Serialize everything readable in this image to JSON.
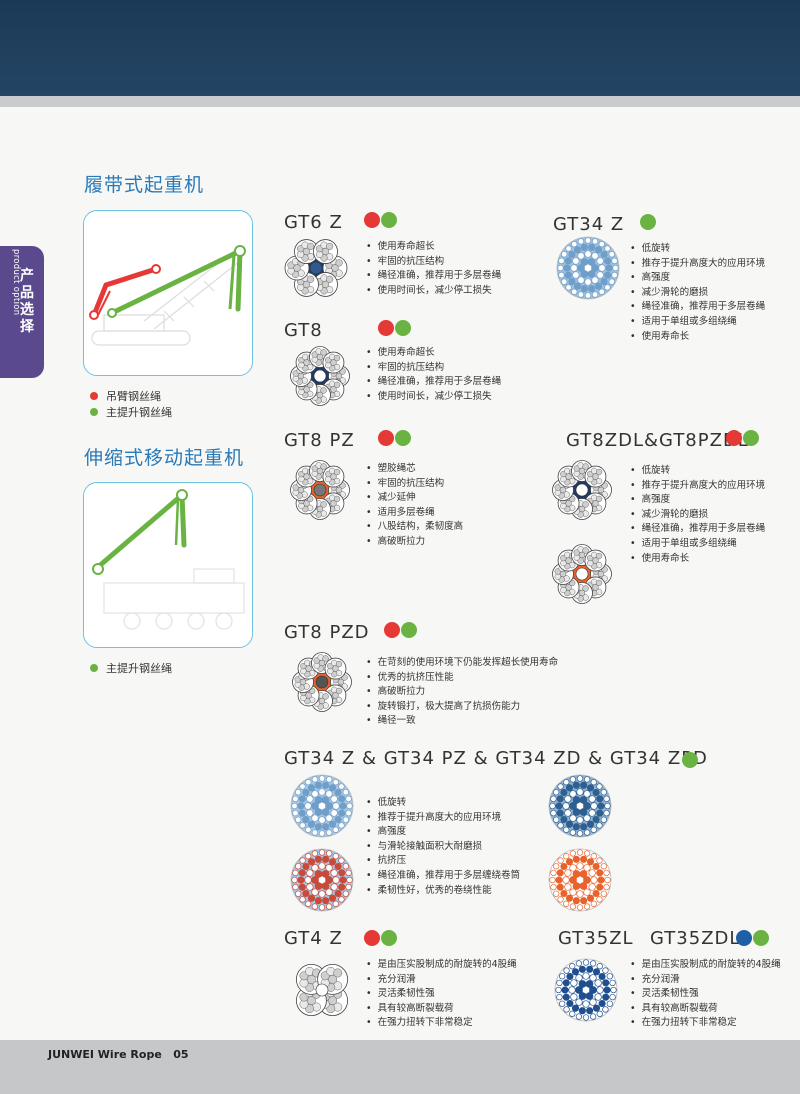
{
  "side_tab": {
    "cn": "产品选择",
    "en": "product option"
  },
  "sections": [
    {
      "title": "履带式起重机",
      "legend": [
        {
          "color": "#e53935",
          "label": "吊臂钢丝绳"
        },
        {
          "color": "#6ab343",
          "label": "主提升钢丝绳"
        }
      ]
    },
    {
      "title": "伸缩式移动起重机",
      "legend": [
        {
          "color": "#6ab343",
          "label": "主提升钢丝绳"
        }
      ]
    }
  ],
  "colors": {
    "red": "#e53935",
    "green": "#6ab343",
    "blue": "#1f5fa8",
    "accent": "#2a7ab8",
    "tab": "#5a4a8d"
  },
  "products": [
    {
      "name": "GT6 Z",
      "dots": [
        "red",
        "green"
      ],
      "features": [
        "使用寿命超长",
        "牢固的抗压结构",
        "绳径准确，推荐用于多层卷绳",
        "使用时间长，减少停工损失"
      ]
    },
    {
      "name": "GT34 Z",
      "dots": [
        "green"
      ],
      "features": [
        "低旋转",
        "推存于提升高度大的应用环境",
        "高强度",
        "减少滑轮的磨损",
        "绳径准确，推荐用于多层卷绳",
        "适用于单组或多组绕绳",
        "使用寿命长"
      ]
    },
    {
      "name": "GT8",
      "dots": [
        "red",
        "green"
      ],
      "features": [
        "使用寿命超长",
        "牢固的抗压结构",
        "绳径准确，推荐用于多层卷绳",
        "使用时间长，减少停工损失"
      ]
    },
    {
      "name": "GT8 PZ",
      "dots": [
        "red",
        "green"
      ],
      "features": [
        "塑胶绳芯",
        "牢固的抗压结构",
        "减少延伸",
        "适用多层卷绳",
        "八股结构，柔韧度高",
        "高破断拉力"
      ]
    },
    {
      "name": "GT8ZDL&GT8PZDL",
      "dots": [
        "red",
        "green"
      ],
      "features": [
        "低旋转",
        "推存于提升高度大的应用环境",
        "高强度",
        "减少滑轮的磨损",
        "绳径准确，推荐用于多层卷绳",
        "适用于单组或多组绕绳",
        "使用寿命长"
      ]
    },
    {
      "name": "GT8 PZD",
      "dots": [
        "red",
        "green"
      ],
      "features": [
        "在苛刻的使用环境下仍能发挥超长使用寿命",
        "优秀的抗挤压性能",
        "高破断拉力",
        "旋转锻打，极大提高了抗损伤能力",
        "绳径一致"
      ]
    },
    {
      "name": "GT34 Z & GT34 PZ & GT34 ZD & GT34 ZPD",
      "dots": [
        "green"
      ],
      "features": [
        "低旋转",
        "推荐于提升高度大的应用环境",
        "高强度",
        "与滑轮接触面积大耐磨损",
        "抗挤压",
        "绳径准确，推荐用于多层缠绕卷筒",
        "柔韧性好，优秀的卷绕性能"
      ]
    },
    {
      "name": "GT4 Z",
      "dots": [
        "red",
        "green"
      ],
      "features": [
        "是由压实股制成的耐旋转的4股绳",
        "充分润滑",
        "灵活柔韧性强",
        "具有较高断裂载荷",
        "在强力扭转下非常稳定"
      ]
    },
    {
      "name": "GT35ZL",
      "dots": [],
      "features": []
    },
    {
      "name": "GT35ZDL",
      "dots": [
        "blue",
        "green"
      ],
      "features": [
        "是由压实股制成的耐旋转的4股绳",
        "充分润滑",
        "灵活柔韧性强",
        "具有较高断裂载荷",
        "在强力扭转下非常稳定"
      ]
    }
  ],
  "footer": {
    "brand": "JUNWEI Wire Rope",
    "page": "05"
  }
}
